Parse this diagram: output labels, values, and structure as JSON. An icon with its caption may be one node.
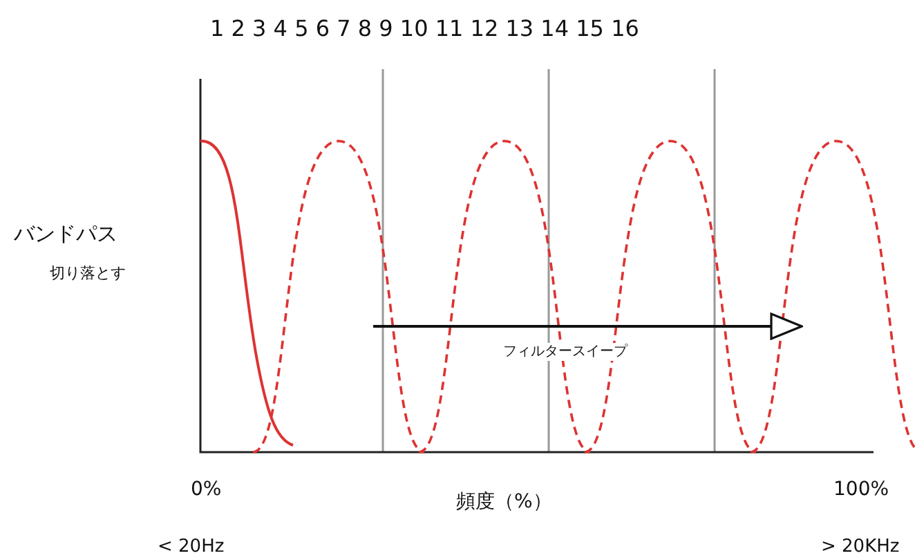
{
  "diagram": {
    "labels": [
      "1 2 3 4 5 6 7 8 9 10 11 12 13 14 15 16",
      "バンドパス",
      "切り落とす",
      "フィルタースイープ",
      "0%",
      "頻度（%）",
      "100%",
      "< 20Hz",
      "> 20KHz"
    ]
  }
}
